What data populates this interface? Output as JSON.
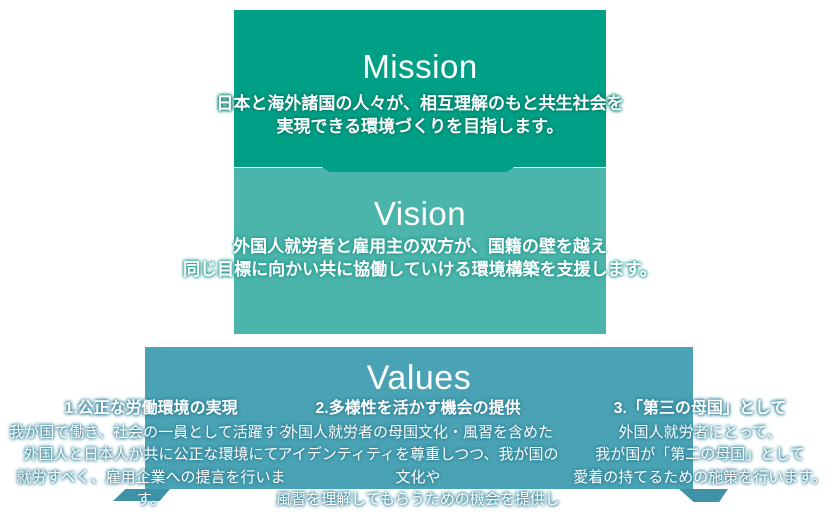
{
  "mission": {
    "title": "Mission",
    "lines": [
      "日本と海外諸国の人々が、相互理解のもと共生社会を",
      "実現できる環境づくりを目指します。"
    ]
  },
  "vision": {
    "title": "Vision",
    "lines": [
      "外国人就労者と雇用主の双方が、国籍の壁を越え",
      "同じ目標に向かい共に協働していける環境構築を支援します。"
    ]
  },
  "values": {
    "title": "Values",
    "items": [
      {
        "heading": "1.公正な労働環境の実現",
        "lines": [
          "我が国で働き、社会の一員として活躍する",
          "外国人と日本人が共に公正な環境にて",
          "就労すべく、雇用企業への提言を行います。"
        ]
      },
      {
        "heading": "2.多様性を活かす機会の提供",
        "lines": [
          "外国人就労者の母国文化・風習を含めた",
          "アイデンティティを尊重しつつ、我が国の文化や",
          "風習を理解してもらうための機会を提供します。"
        ]
      },
      {
        "heading": "3.「第三の母国」として",
        "lines": [
          "外国人就労者にとって、",
          "我が国が「第二の母国」として",
          "愛着の持てるための施策を行います。"
        ]
      }
    ]
  },
  "colors": {
    "mission": "#00A087",
    "vision": "#4CB5AB",
    "values": "#4AA3B4",
    "fold": "#4093A6",
    "text": "#FFFFFF",
    "mission_halo": "#00806C",
    "vision_halo": "#2E9E93",
    "values_halo": "#35849A"
  }
}
